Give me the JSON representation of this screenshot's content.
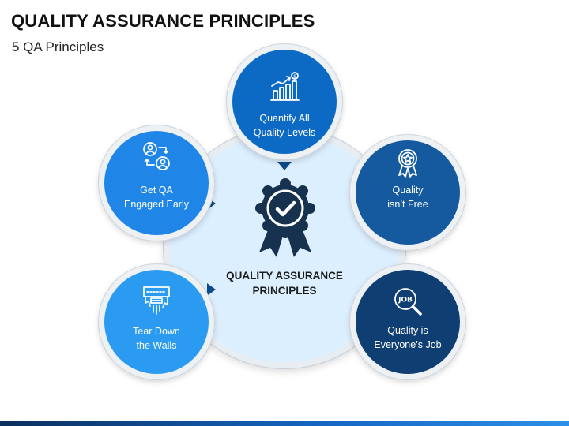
{
  "slide": {
    "title": "QUALITY ASSURANCE PRINCIPLES",
    "subtitle": "5 QA Principles"
  },
  "center": {
    "label_line1": "QUALITY ASSURANCE",
    "label_line2": "PRINCIPLES",
    "icon": "award-ribbon-check-icon"
  },
  "nodes": [
    {
      "line1": "Quantify All",
      "line2": "Quality Levels",
      "icon": "growth-chart-dollar-icon",
      "color": "#0d6ac4"
    },
    {
      "line1": "Quality",
      "line2": "isn’t Free",
      "icon": "award-ribbon-icon",
      "color": "#155a9e"
    },
    {
      "line1": "Quality is",
      "line2": "Everyone’s Job",
      "icon": "job-search-icon",
      "color": "#0f3e73"
    },
    {
      "line1": "Tear Down",
      "line2": "the Walls",
      "icon": "wall-demolition-icon",
      "color": "#2a9bf0"
    },
    {
      "line1": "Get QA",
      "line2": "Engaged Early",
      "icon": "people-exchange-icon",
      "color": "#1f86e8"
    }
  ]
}
